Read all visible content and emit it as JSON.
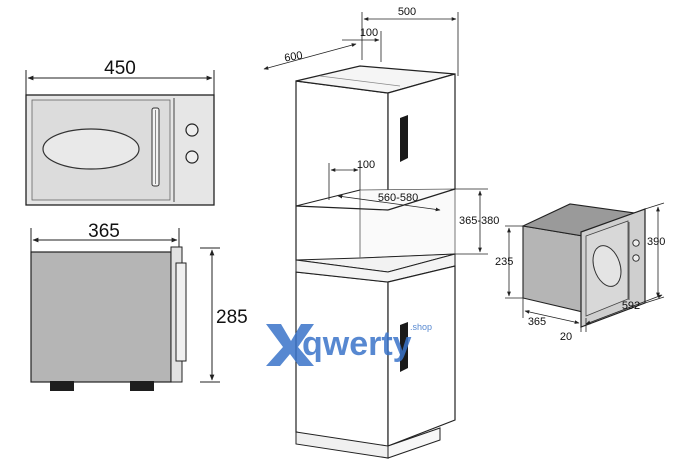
{
  "front_view": {
    "width_label": "450"
  },
  "side_view": {
    "depth_label": "365",
    "height_label": "285"
  },
  "cabinet": {
    "top_width_label": "500",
    "top_offset_label": "100",
    "side_depth_label": "600",
    "niche_offset_label": "100",
    "niche_depth_label": "560-580",
    "niche_height_label": "365-380"
  },
  "installed_view": {
    "body_height_label": "235",
    "height_label": "390",
    "depth_label": "365",
    "frame_label": "20",
    "width_label": "592"
  },
  "watermark": {
    "brand": "qwerty",
    "suffix": ".shop"
  },
  "colors": {
    "appliance_fill": "#e6e6e6",
    "side_fill": "#b5b5b5",
    "line": "#222222",
    "watermark": "#3a74c9"
  }
}
